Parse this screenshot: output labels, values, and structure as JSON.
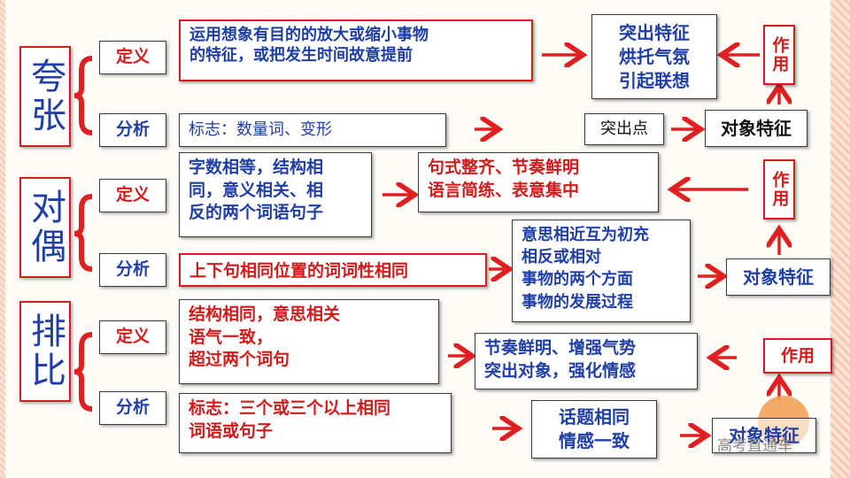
{
  "terms": {
    "kuazhang": "夸张",
    "duiou": "对偶",
    "paibi": "排比"
  },
  "labels": {
    "define": "定义",
    "analyze": "分析"
  },
  "kuazhang": {
    "definition_line1": "运用想象有目的的放大或缩小事物",
    "definition_line2": "的特征，或把发生时间故意提前",
    "analysis": "标志：数量词、变形",
    "effect_line1": "突出特征",
    "effect_line2": "烘托气氛",
    "effect_line3": "引起联想",
    "focus": "突出点",
    "object": "对象特征",
    "role": "作用"
  },
  "duiou": {
    "definition_line1": "字数相等，结构相",
    "definition_line2": "同，意义相关、相",
    "definition_line3": "反的两个词语句子",
    "analysis": "上下句相同位置的词词性相同",
    "effect_line1": "句式整齐、节奏鲜明",
    "effect_line2": "语言简练、表意集中",
    "relation_line1": "意思相近互为初充",
    "relation_line2": "相反或相对",
    "relation_line3": "事物的两个方面",
    "relation_line4": "事物的发展过程",
    "object": "对象特征",
    "role": "作用"
  },
  "paibi": {
    "definition_line1": "结构相同，意思相关",
    "definition_line2": "语气一致，",
    "definition_line3": "超过两个词句",
    "analysis_line1": "标志：三个或三个以上相同",
    "analysis_line2": "词语或句子",
    "effect_line1": "节奏鲜明、增强气势",
    "effect_line2": "突出对象，强化情感",
    "topic_line1": "话题相同",
    "topic_line2": "情感一致",
    "object": "对象特征",
    "role": "作用"
  },
  "watermark": "高考直通车",
  "colors": {
    "accent_red": "#d81c1c",
    "text_blue": "#1f3fa6",
    "text_red": "#d11b1b"
  }
}
